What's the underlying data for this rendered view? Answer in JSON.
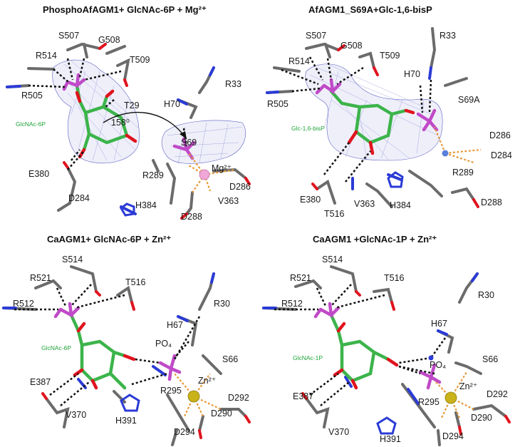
{
  "panels": [
    {
      "title": "PhosphoAfAGM1+ GlcNAc-6P + Mg²⁺",
      "ligand": "GlcNAc-6P",
      "angle": "158⁰",
      "ion": "Mg²⁺",
      "residues": [
        "S507",
        "G508",
        "R514",
        "T509",
        "R505",
        "T29",
        "H70",
        "R33",
        "S69",
        "E380",
        "R289",
        "D286",
        "D284",
        "V363",
        "H384",
        "D288"
      ]
    },
    {
      "title": "AfAGM1_S69A+Glc-1,6-bisP",
      "ligand": "Glc-1,6-bisP",
      "residues": [
        "S507",
        "G508",
        "R33",
        "R514",
        "T509",
        "H70",
        "R505",
        "S69A",
        "D286",
        "D284",
        "R289",
        "E380",
        "T516",
        "V363",
        "H384",
        "D288"
      ]
    },
    {
      "title": "CaAGM1+ GlcNAc-6P + Zn²⁺",
      "ligand": "GlcNAc-6P",
      "po4": "PO₄",
      "ion": "Zn²⁺",
      "residues": [
        "S514",
        "R521",
        "T516",
        "R512",
        "R30",
        "H67",
        "S66",
        "E387",
        "R295",
        "D292",
        "D290",
        "V370",
        "H391",
        "D294"
      ]
    },
    {
      "title": "CaAGM1 +GlcNAc-1P + Zn²⁺",
      "ligand": "GlcNAc-1P",
      "po4": "PO₄",
      "ion": "Zn²⁺",
      "residues": [
        "S514",
        "T516",
        "R521",
        "R30",
        "R512",
        "H67",
        "S66",
        "E387",
        "R295",
        "D292",
        "D290",
        "V370",
        "H391",
        "D294"
      ]
    }
  ],
  "colors": {
    "carbon_protein": "#6b6b6b",
    "carbon_ligand": "#3cb44b",
    "nitrogen": "#2b3bd6",
    "oxygen": "#e0141e",
    "phosphorus": "#c04ac8",
    "mesh": "#5a5fc0",
    "hbond": "#111111",
    "metal_bond": "#e89a3a",
    "mg": "#f0a6d6",
    "zn": "#c9b21a"
  }
}
